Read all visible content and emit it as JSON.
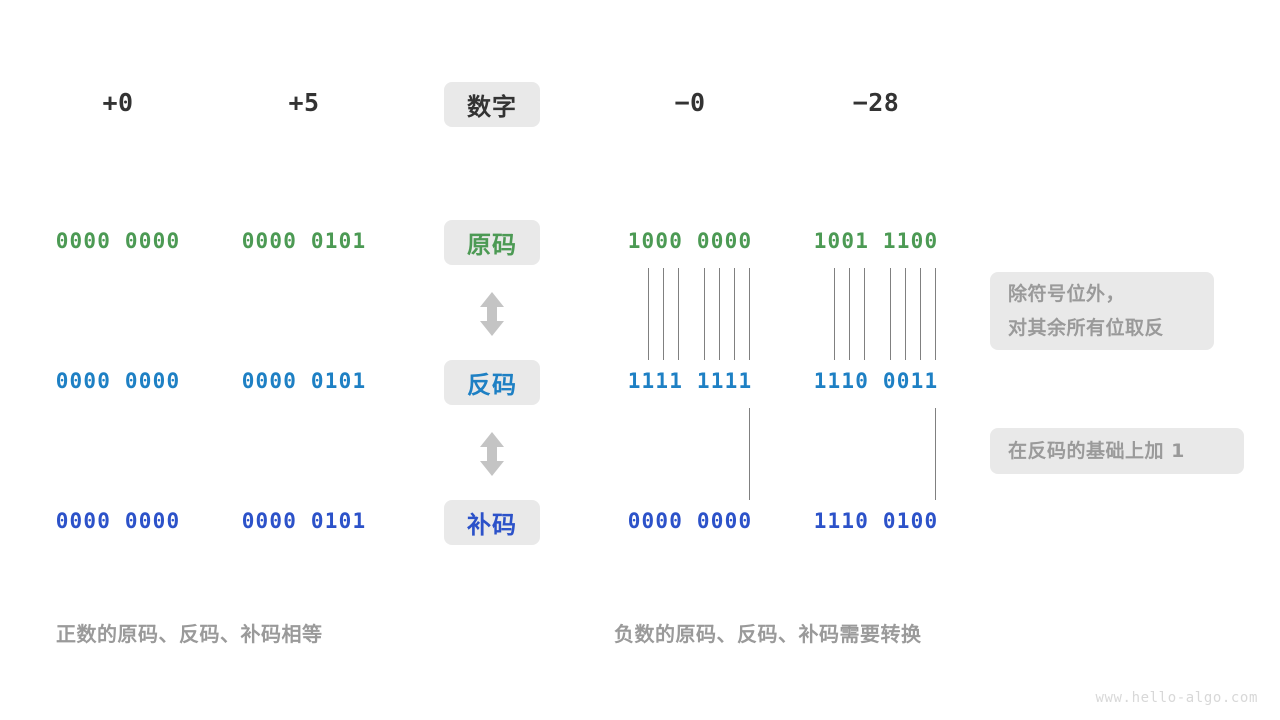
{
  "diagram": {
    "title_badges": [
      {
        "label": "数字",
        "tone": "dark"
      },
      {
        "label": "原码",
        "tone": "green"
      },
      {
        "label": "反码",
        "tone": "blue"
      },
      {
        "label": "补码",
        "tone": "indigo"
      }
    ],
    "columns": {
      "positive": [
        {
          "number": "+0",
          "sign_magnitude": "0000 0000",
          "ones_complement": "0000 0000",
          "twos_complement": "0000 0000"
        },
        {
          "number": "+5",
          "sign_magnitude": "0000 0101",
          "ones_complement": "0000 0101",
          "twos_complement": "0000 0101"
        }
      ],
      "negative": [
        {
          "number": "−0",
          "sign_magnitude": "1000 0000",
          "ones_complement": "1111 1111",
          "twos_complement": "0000 0000"
        },
        {
          "number": "−28",
          "sign_magnitude": "1001 1100",
          "ones_complement": "1110 0011",
          "twos_complement": "1110 0100"
        }
      ]
    },
    "notes": [
      {
        "line1": "除符号位外，",
        "line2": "对其余所有位取反"
      },
      {
        "line1": "在反码的基础上加 1",
        "line2": ""
      }
    ],
    "captions": {
      "left": "正数的原码、反码、补码相等",
      "right": "负数的原码、反码、补码需要转换"
    },
    "watermark": "www.hello-algo.com",
    "colors": {
      "sign_magnitude": "#4C9A54",
      "ones_complement": "#1E80C4",
      "twos_complement": "#2C52C9",
      "badge_bg": "#e9e9e9",
      "muted": "#9a9a9a",
      "line": "#808080",
      "arrow": "#c4c4c4"
    }
  }
}
